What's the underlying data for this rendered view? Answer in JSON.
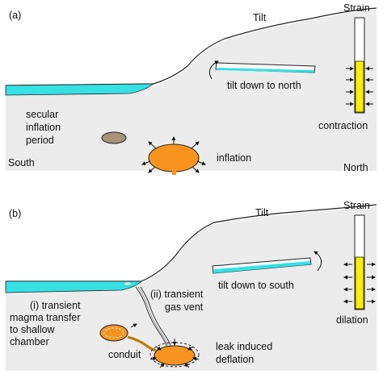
{
  "panel_a": {
    "tag": "(a)",
    "tilt": "Tilt",
    "strain": "Strain",
    "tilt_note": "tilt down to north",
    "period": [
      "secular",
      "inflation",
      "period"
    ],
    "inflation": "inflation",
    "contraction": "contraction",
    "south": "South",
    "north": "North"
  },
  "panel_b": {
    "tag": "(b)",
    "tilt": "Tilt",
    "strain": "Strain",
    "tilt_note": "tilt down to south",
    "transfer": [
      "(i) transient",
      "magma transfer",
      "to shallow",
      "chamber"
    ],
    "gas_vent": [
      "(ii) transient",
      "gas vent"
    ],
    "conduit": "conduit",
    "deflation": [
      "leak induced",
      "deflation"
    ],
    "dilation": "dilation"
  },
  "colors": {
    "ground": "#ececec",
    "water": "#36e1e6",
    "magma": "#f7931e",
    "chamber_small": "#a8927a",
    "strain_fill": "#ffee00",
    "outline": "#222222"
  }
}
